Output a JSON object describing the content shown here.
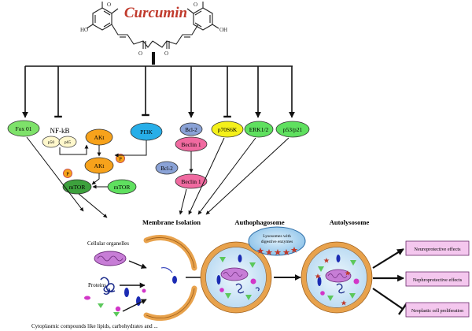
{
  "title": "Curcumin",
  "targets": {
    "fox01": "Fox 01",
    "nfkb": "NF-kB",
    "p50": "p50",
    "p65": "p65",
    "akt_top": "AKt",
    "akt_mid": "AKt",
    "pi3k": "PI3K",
    "mtor_left": "mTOR",
    "mtor_right": "mTOR",
    "p_marker_1": "P",
    "p_marker_2": "P",
    "bcl2_top": "Bcl-2",
    "beclin_top": "Beclin 1",
    "bcl2_bottom": "Bcl-2",
    "beclin_bottom": "Beclin 1",
    "p70s6k": "p70S6K",
    "erk": "ERK1/2",
    "p53": "p53/p21"
  },
  "stages": {
    "membrane": "Membrane Isolation",
    "autophagosome": "Authophagosome",
    "autolysosome": "Autolysosome"
  },
  "lysosome": {
    "line1": "Lysosomes with",
    "line2": "digestive enzymes"
  },
  "inputs": {
    "organelles": "Cellular organelles",
    "proteins": "Proteins",
    "cytoplasmic": "Cytoplasmic compounds like lipids, carbohydrates and ..."
  },
  "effects": {
    "neuro": "Neuroprotective effects",
    "nephro": "Nephroprotective effects",
    "neoplastic": "Neoplastic cell proliferation"
  },
  "colors": {
    "title": "#c0392b",
    "fox": "#7ee26a",
    "akt": "#f7a21b",
    "pi3k": "#27aee8",
    "mtor": "#3da13d",
    "bcl2": "#8aa2d6",
    "beclin": "#f06aa0",
    "p70": "#f4f01a",
    "green_node": "#5fe05f",
    "effect_box": "#f4c7ee",
    "membrane": "#e8a24c",
    "vesicle_fill": "#cfe6f7"
  }
}
